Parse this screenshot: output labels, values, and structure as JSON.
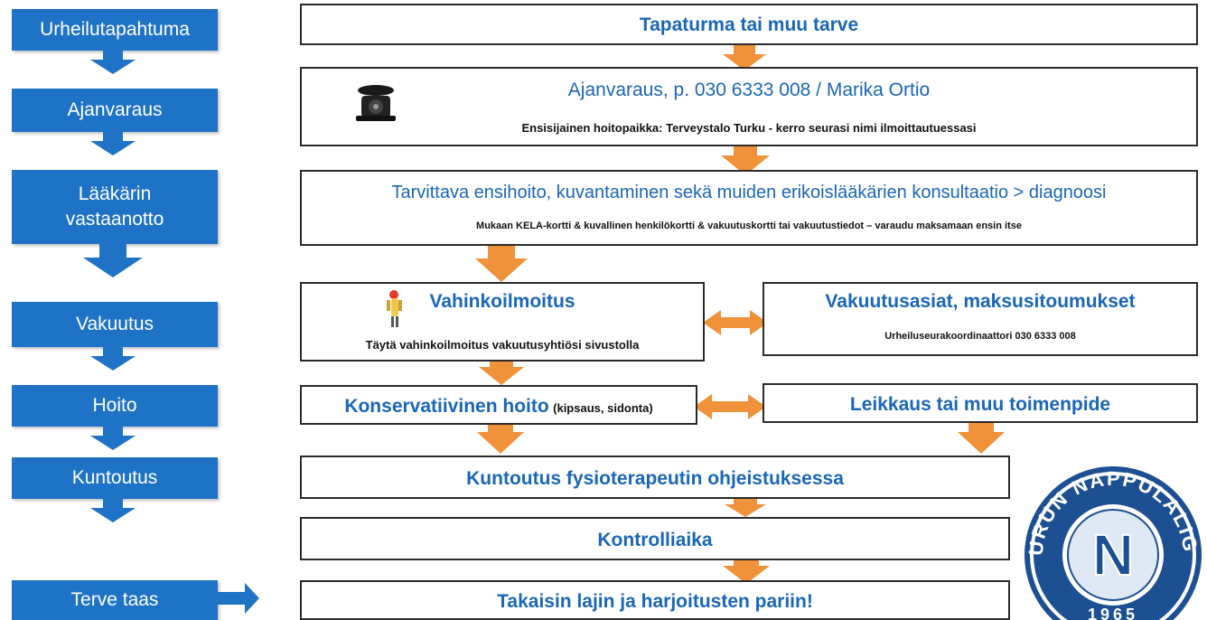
{
  "steps": {
    "urheilutapahtuma": "Urheilutapahtuma",
    "ajanvaraus": "Ajanvaraus",
    "laakarin_vastaanotto": "Lääkärin\nvastaanotto",
    "vakuutus": "Vakuutus",
    "hoito": "Hoito",
    "kuntoutus": "Kuntoutus",
    "terve_taas": "Terve taas"
  },
  "boxes": {
    "tapaturma": {
      "title": "Tapaturma tai muu tarve"
    },
    "ajanvaraus": {
      "title": "Ajanvaraus, p. 030 6333 008 / Marika Ortio",
      "note": "Ensisijainen hoitopaikka: Terveystalo Turku - kerro seurasi nimi ilmoittautuessasi"
    },
    "ensihoito": {
      "title": "Tarvittava ensihoito, kuvantaminen sekä muiden erikoislääkärien konsultaatio > diagnoosi",
      "note": "Mukaan KELA-kortti & kuvallinen henkilökortti & vakuutuskortti tai vakuutustiedot – varaudu maksamaan ensin itse"
    },
    "vahinkoilmoitus": {
      "title": "Vahinkoilmoitus",
      "note": "Täytä vahinkoilmoitus vakuutusyhtiösi sivustolla"
    },
    "vakuutusasiat": {
      "title": "Vakuutusasiat, maksusitoumukset",
      "note": "Urheiluseurakoordinaattori 030 6333 008"
    },
    "konservatiivinen": {
      "title": "Konservatiivinen hoito",
      "note": "(kipsaus, sidonta)"
    },
    "leikkaus": {
      "title": "Leikkaus tai muu toimenpide"
    },
    "kuntoutus": {
      "title": "Kuntoutus fysioterapeutin ohjeistuksessa"
    },
    "kontrolliaika": {
      "title": "Kontrolliaika"
    },
    "takaisin": {
      "title": "Takaisin lajin ja harjoitusten pariin!"
    }
  },
  "logo": {
    "top_text": "TURUN NAPPULALIGA",
    "letter": "N",
    "year": "1965"
  },
  "colors": {
    "step_blue": "#1f73c6",
    "title_blue": "#1a66b8",
    "arrow_orange": "#f0923a",
    "arrow_blue": "#1f73c6",
    "logo_navy": "#1d4f93"
  }
}
